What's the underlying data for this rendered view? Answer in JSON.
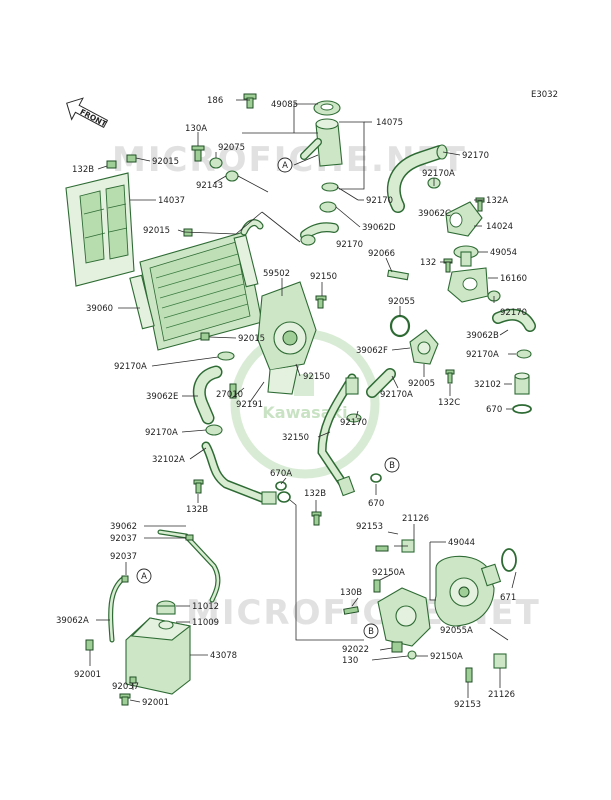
{
  "code": "E3032",
  "front_label": "FRONT",
  "watermark": {
    "site": "MICROFICHE.NET",
    "brand": "Kawasaki"
  },
  "parts": {
    "p186": "186",
    "p49085": "49085",
    "p14075": "14075",
    "p130a": "130A",
    "p92075": "92075",
    "p92170_top": "92170",
    "p132b_top": "132B",
    "p92015_top": "92015",
    "p92143": "92143",
    "p14037": "14037",
    "p92170_mid": "92170",
    "p92170a_top": "92170A",
    "p39062c": "39062C",
    "p132a": "132A",
    "p14024": "14024",
    "p39062d": "39062D",
    "p92015_mid": "92015",
    "p92170_c": "92170",
    "p92066": "92066",
    "p49054": "49054",
    "p132_r": "132",
    "p16160": "16160",
    "p59502": "59502",
    "p92150_top": "92150",
    "p39060": "39060",
    "p92055": "92055",
    "p92170_r": "92170",
    "p92015_low": "92015",
    "p39062b": "39062B",
    "p39062f": "39062F",
    "p92170a_r": "92170A",
    "p92170a_l": "92170A",
    "p92150_mid": "92150",
    "p92005": "92005",
    "p32102": "32102",
    "p27010": "27010",
    "p39062e": "39062E",
    "p92191": "92191",
    "p92170a_m": "92170A",
    "p132c": "132C",
    "p670_r": "670",
    "p92170_low": "92170",
    "p92170a_low": "92170A",
    "p32150": "32150",
    "p32102a": "32102A",
    "p670a": "670A",
    "p132b_low": "132B",
    "p670_m": "670",
    "p132b_mid": "132B",
    "p21126_top": "21126",
    "p39062": "39062",
    "p92153_top": "92153",
    "p49044": "49044",
    "p92037_a": "92037",
    "p92037_b": "92037",
    "p92150a_top": "92150A",
    "p130b": "130B",
    "p671": "671",
    "p11012": "11012",
    "p39062a": "39062A",
    "p11009": "11009",
    "p92055a": "92055A",
    "p43078": "43078",
    "p92022": "92022",
    "p130": "130",
    "p92150a_low": "92150A",
    "p92001_a": "92001",
    "p92037_c": "92037",
    "p92001_b": "92001",
    "p21126_low": "21126",
    "p92153_low": "92153"
  },
  "callouts": {
    "A": "A",
    "B": "B"
  }
}
